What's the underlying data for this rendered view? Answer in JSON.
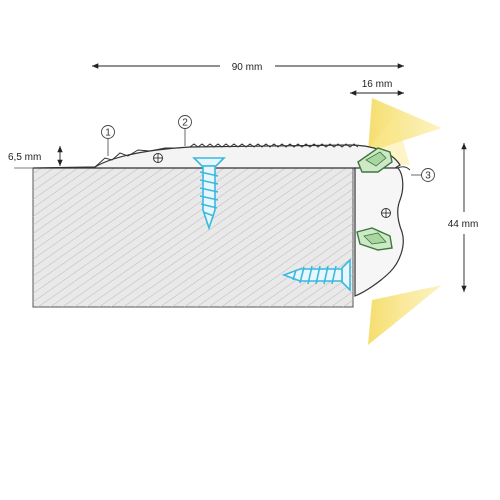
{
  "dimensions": {
    "width_total": "90 mm",
    "width_led": "16 mm",
    "height_lip": "6,5 mm",
    "height_total": "44 mm"
  },
  "callouts": [
    "1",
    "2",
    "3"
  ],
  "colors": {
    "wood_fill": "#e4e4e4",
    "wood_grain": "#b8b8b8",
    "profile_fill": "#f4f4f4",
    "outline": "#333333",
    "screw": "#5bc8e8",
    "led_insert_fill": "#cfe8c8",
    "led_insert_stroke": "#3a7a3a",
    "light_beam": "#f7e27a"
  },
  "icons": [
    "screw-icon",
    "led-light-beam",
    "crosshair-hole-icon"
  ]
}
